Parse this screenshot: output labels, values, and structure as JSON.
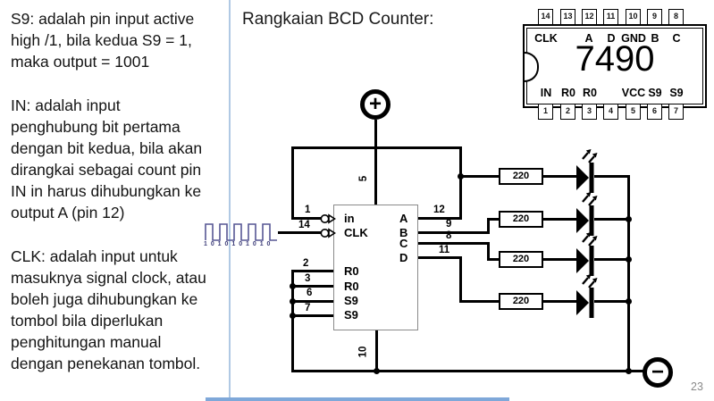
{
  "slide": {
    "title": "Rangkaian BCD Counter:",
    "page_number": "23"
  },
  "left_panel": {
    "paragraph_s9": "S9: adalah pin input active\nhigh /1, bila kedua S9 = 1,\nmaka output = 1001",
    "paragraph_in": "IN: adalah input\npenghubung bit pertama\ndengan bit kedua, bila akan\ndirangkai sebagai count pin\nIN in harus dihubungkan  ke\noutput A (pin 12)",
    "paragraph_clk": "CLK: adalah input untuk\nmasuknya signal clock, atau\nboleh juga dihubungkan ke\ntombol bila diperlukan\npenghitungan manual\ndengan penekanan tombol."
  },
  "package": {
    "name": "7490",
    "top_pins": [
      "14",
      "13",
      "12",
      "11",
      "10",
      "9",
      "8"
    ],
    "top_labels": [
      "CLK",
      "A",
      "D",
      "GND",
      "B",
      "C"
    ],
    "bottom_pins": [
      "1",
      "2",
      "3",
      "4",
      "5",
      "6",
      "7"
    ],
    "bottom_labels": [
      "IN",
      "R0",
      "R0",
      "VCC",
      "S9",
      "S9"
    ]
  },
  "schematic": {
    "plus_label": "+",
    "minus_label": "−",
    "ic": {
      "in_label": "in",
      "clk_label": "CLK",
      "r0a_label": "R0",
      "r0b_label": "R0",
      "s9a_label": "S9",
      "s9b_label": "S9",
      "a_label": "A",
      "b_label": "B",
      "c_label": "C",
      "d_label": "D"
    },
    "pin_numbers": {
      "in": "1",
      "clk": "14",
      "r0a": "2",
      "r0b": "3",
      "s9a": "6",
      "s9b": "7",
      "a": "12",
      "b": "9",
      "c": "8",
      "d": "11",
      "vcc": "5",
      "gnd": "10"
    },
    "resistors": [
      "220",
      "220",
      "220",
      "220"
    ],
    "clock_bits": "1 0 1 0 1 0 1 0 1 0"
  },
  "colors": {
    "divider": "#b0c9e4",
    "footer_bar": "#7fa8d9",
    "waveform": "#565694",
    "clock_bits_text": "#3c3c78",
    "line": "#000000",
    "text": "#141414"
  }
}
